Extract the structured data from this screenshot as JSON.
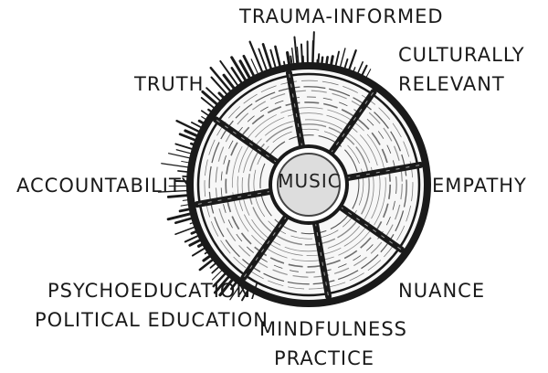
{
  "center": "MUSIC",
  "labels": {
    "trauma_informed": "TRAUMA-INFORMED",
    "culturally_relevant_1": "CULTURALLY",
    "culturally_relevant_2": "RELEVANT",
    "truth": "TRUTH",
    "accountability": "ACCOUNTABILITY",
    "empathy": "EMPATHY",
    "psychoeducation_1": "PSYCHOEDUCATION/",
    "psychoeducation_2": "POLITICAL EDUCATION",
    "nuance": "NUANCE",
    "mindfulness_1": "MINDFULNESS",
    "mindfulness_2": "PRACTICE"
  },
  "colors": {
    "ink": "#1a1a1a",
    "hub": "#dddddd"
  }
}
